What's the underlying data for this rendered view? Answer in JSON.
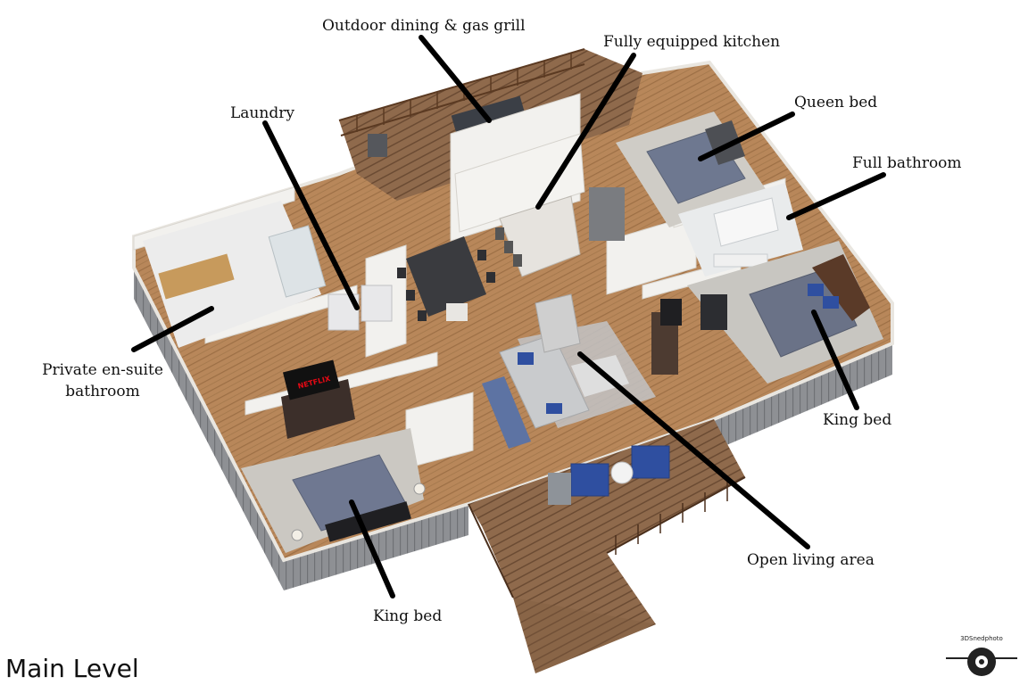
{
  "title": "Main Level",
  "callouts": {
    "outdoor_dining": "Outdoor dining & gas grill",
    "kitchen": "Fully equipped kitchen",
    "laundry": "Laundry",
    "queen_bed": "Queen bed",
    "full_bathroom": "Full bathroom",
    "ensuite_line1": "Private en-suite",
    "ensuite_line2": "bathroom",
    "king_bed_right": "King bed",
    "open_living": "Open living area",
    "king_bed_bottom": "King bed"
  },
  "tv_brand": "NETFLIX",
  "logo_text": "3DSnedphoto",
  "icons": [
    "drone-logo-icon"
  ]
}
